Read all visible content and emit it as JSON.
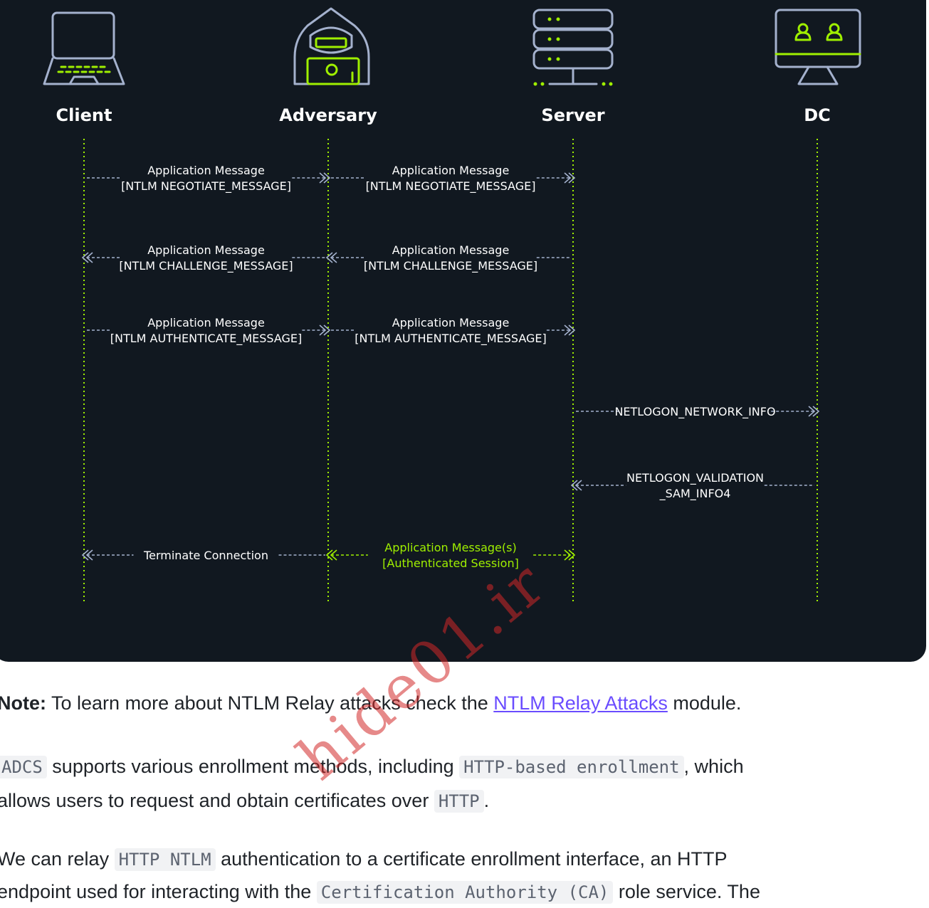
{
  "actors": [
    {
      "id": "client",
      "label": "Client",
      "icon": "laptop-icon"
    },
    {
      "id": "adversary",
      "label": "Adversary",
      "icon": "hooded-hacker-icon"
    },
    {
      "id": "server",
      "label": "Server",
      "icon": "server-rack-icon"
    },
    {
      "id": "dc",
      "label": "DC",
      "icon": "monitor-users-icon"
    }
  ],
  "messages": [
    {
      "name": "msg-negotiate-client-to-adversary",
      "lines": [
        "Application Message",
        "[NTLM NEGOTIATE_MESSAGE]"
      ],
      "from": "client",
      "to": "adversary"
    },
    {
      "name": "msg-negotiate-adversary-to-server",
      "lines": [
        "Application Message",
        "[NTLM NEGOTIATE_MESSAGE]"
      ],
      "from": "adversary",
      "to": "server"
    },
    {
      "name": "msg-challenge-adversary-to-client",
      "lines": [
        "Application Message",
        "[NTLM CHALLENGE_MESSAGE]"
      ],
      "from": "adversary",
      "to": "client"
    },
    {
      "name": "msg-challenge-server-to-adversary",
      "lines": [
        "Application Message",
        "[NTLM CHALLENGE_MESSAGE]"
      ],
      "from": "server",
      "to": "adversary"
    },
    {
      "name": "msg-authenticate-client-to-adversary",
      "lines": [
        "Application Message",
        "[NTLM AUTHENTICATE_MESSAGE]"
      ],
      "from": "client",
      "to": "adversary"
    },
    {
      "name": "msg-authenticate-adversary-to-server",
      "lines": [
        "Application Message",
        "[NTLM AUTHENTICATE_MESSAGE]"
      ],
      "from": "adversary",
      "to": "server"
    },
    {
      "name": "msg-netlogon-network-info",
      "lines": [
        "NETLOGON_NETWORK_INFO"
      ],
      "from": "server",
      "to": "dc"
    },
    {
      "name": "msg-netlogon-validation",
      "lines": [
        "NETLOGON_VALIDATION",
        "_SAM_INFO4"
      ],
      "from": "dc",
      "to": "server"
    },
    {
      "name": "msg-terminate-connection",
      "lines": [
        "Terminate Connection"
      ],
      "from": "adversary",
      "to": "client"
    },
    {
      "name": "msg-authenticated-session",
      "lines": [
        "Application Message(s)",
        "[Authenticated Session]"
      ],
      "from": "adversary",
      "to": "server",
      "both": true,
      "highlight": true
    }
  ],
  "colors": {
    "background": "#111820",
    "lifeline": "#9fef00",
    "arrow": "#a4b1cd",
    "highlight": "#9fef00",
    "text": "#ffffff",
    "link": "#6a4cff"
  },
  "article": {
    "p1": {
      "bold": "Note:",
      "pre": " To learn more about NTLM Relay attacks check the ",
      "link": "NTLM Relay Attacks",
      "post": " module."
    },
    "p2": {
      "c1": "ADCS",
      "t1": " supports various enrollment methods, including ",
      "c2": "HTTP-based enrollment",
      "t2": ", which",
      "t3": "allows users to request and obtain certificates over ",
      "c3": "HTTP",
      "t4": "."
    },
    "p3": {
      "t1": "We can relay ",
      "c1": "HTTP NTLM",
      "t2": " authentication to a certificate enrollment interface, an HTTP",
      "t3": "endpoint used for interacting with the ",
      "c2": "Certification Authority (CA)",
      "t4": " role service. The"
    }
  },
  "watermark": "hide01.ir"
}
